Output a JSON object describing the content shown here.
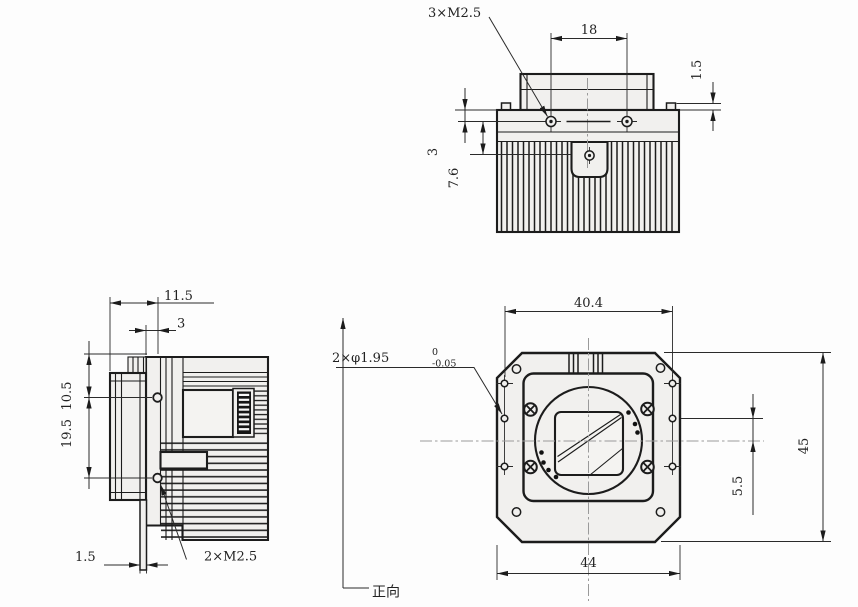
{
  "page": {
    "title": "camera housing engineering drawing",
    "background": "#fdfdfd"
  },
  "colors": {
    "line": "#1c1c1c",
    "part_fill": "#f1f0ee",
    "recess_fill": "#f4f3f1",
    "centerline": "#9a9a9a",
    "dim_text": "#222222"
  },
  "views": {
    "top": {
      "labels": {
        "thread_callout": "3×M2.5",
        "hole_spacing": "18",
        "step_height": "1.5",
        "edge_to_holes": "3",
        "holes_to_center": "7.6"
      }
    },
    "side": {
      "labels": {
        "front_to_holes": "11.5",
        "step_to_holes": "3",
        "top_to_hole": "10.5",
        "hole_to_hole": "19.5",
        "lip_thickness": "1.5",
        "thread_callout": "2×M2.5"
      }
    },
    "front": {
      "labels": {
        "hole_span_width": "40.4",
        "body_width": "44",
        "body_height": "45",
        "hole_to_center": "5.5",
        "dowel_callout": "2×φ1.95",
        "tolerance_upper": "0",
        "tolerance_lower": "-0.05",
        "axis_label": "正向"
      }
    }
  }
}
